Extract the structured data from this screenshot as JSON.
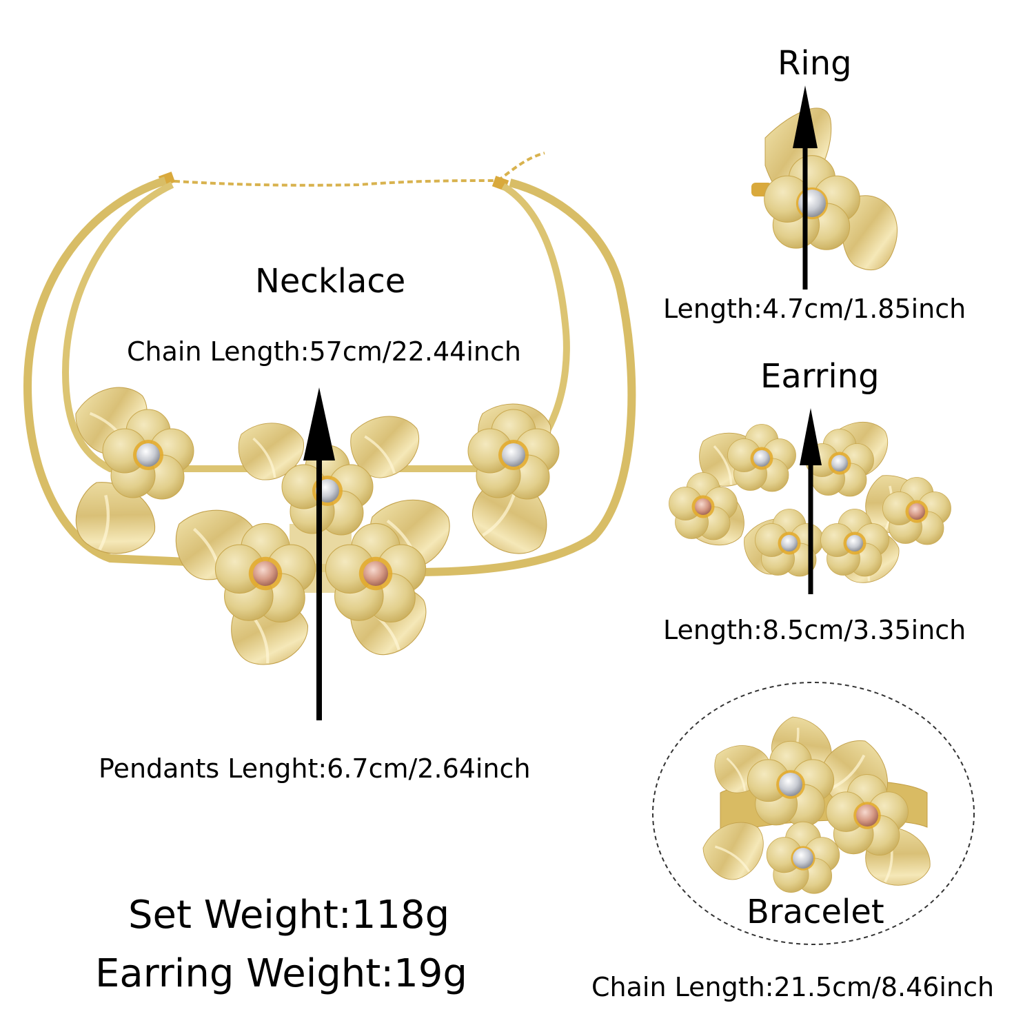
{
  "necklace": {
    "title": "Necklace",
    "chain_length": "Chain Length:57cm/22.44inch",
    "pendant_length": "Pendants Lenght:6.7cm/2.64inch"
  },
  "ring": {
    "title": "Ring",
    "length": "Length:4.7cm/1.85inch"
  },
  "earring": {
    "title": "Earring",
    "length": "Length:8.5cm/3.35inch"
  },
  "bracelet": {
    "title": "Bracelet",
    "chain_length": "Chain Length:21.5cm/8.46inch"
  },
  "weights": {
    "set_weight": "Set Weight:118g",
    "earring_weight": "Earring Weight:19g"
  },
  "colors": {
    "gold_light": "#e8d79a",
    "gold_mid": "#d6bd6a",
    "gold_deep": "#e3a92a",
    "silver_bead": "#cfd2d8",
    "rose_bead": "#d9a08a",
    "arrow": "#000000"
  }
}
